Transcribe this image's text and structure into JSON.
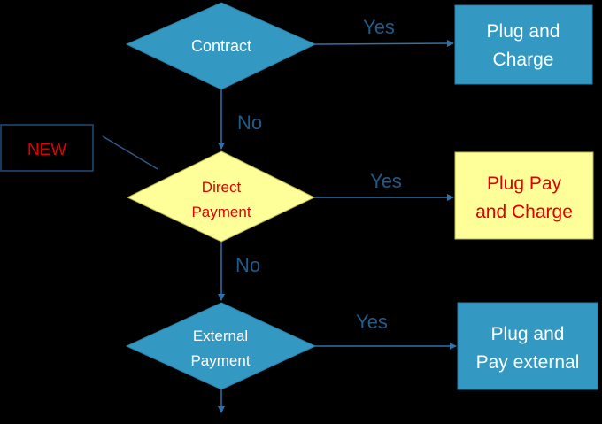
{
  "colors": {
    "background": "#000000",
    "blue_fill": "#3399c2",
    "blue_stroke": "#2a7fa6",
    "yellow_fill": "#ffff99",
    "yellow_stroke": "#b8b84a",
    "white_text": "#ffffff",
    "red_text": "#e00000",
    "edge": "#2d72a8",
    "edge_label": "#1f5c8a",
    "new_box_border": "#1f4e79"
  },
  "nodes": {
    "contract": {
      "lines": [
        "Contract"
      ]
    },
    "plug_and_charge": {
      "lines": [
        "Plug and",
        "Charge"
      ]
    },
    "direct_payment": {
      "lines": [
        "Direct",
        "Payment"
      ]
    },
    "plug_pay_and_charge": {
      "lines": [
        "Plug Pay",
        "and Charge"
      ]
    },
    "external_payment": {
      "lines": [
        "External",
        "Payment"
      ]
    },
    "plug_and_pay_external": {
      "lines": [
        "Plug and",
        "Pay external"
      ]
    }
  },
  "edge_labels": {
    "yes_1": "Yes",
    "no_1": "No",
    "yes_2": "Yes",
    "no_2": "No",
    "yes_3": "Yes"
  },
  "callout": {
    "label": "NEW"
  }
}
